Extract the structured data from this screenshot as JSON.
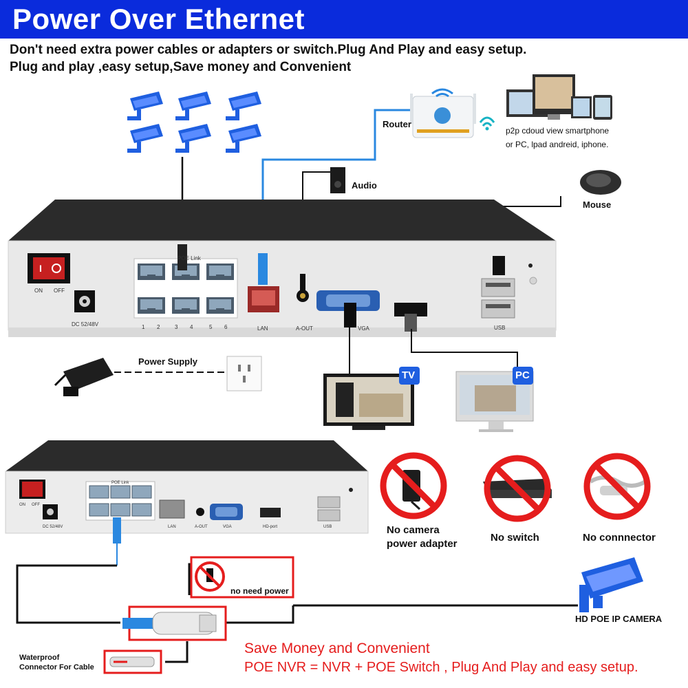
{
  "header": {
    "title": "Power Over Ethernet",
    "tagline_1": "Don't need extra power cables or adapters or switch.Plug And Play and easy setup.",
    "tagline_2": "Plug and play ,easy setup,Save money and Convenient"
  },
  "top_diagram": {
    "router_label": "Router",
    "devices_caption_1": "p2p cdoud view smartphone",
    "devices_caption_2": "or PC, lpad andreid, iphone.",
    "audio_label": "Audio",
    "mouse_label": "Mouse",
    "power_supply_label": "Power Supply",
    "tv_badge": "TV",
    "pc_badge": "PC",
    "nvr_panel": {
      "switch_on": "ON",
      "switch_off": "OFF",
      "dc_label": "DC 52/48V",
      "poe_label": "POE Link",
      "port_numbers": [
        "1",
        "2",
        "3",
        "4",
        "5",
        "6"
      ],
      "lan_label": "LAN",
      "aout_label": "A-OUT",
      "vga_label": "VGA",
      "usb_label": "USB"
    }
  },
  "bottom_diagram": {
    "nvr_panel": {
      "switch_on": "ON",
      "switch_off": "OFF",
      "dc_label": "DC 52/48V",
      "poe_label": "POE Link",
      "lan_label": "LAN",
      "aout_label": "A-OUT",
      "vga_label": "VGA",
      "hdmi_label": "HD-port",
      "usb_label": "USB"
    },
    "no_camera_adapter_1": "No camera",
    "no_camera_adapter_2": "power adapter",
    "no_switch": "No switch",
    "no_connector": "No connnector",
    "no_need_power": "no need power",
    "camera_label": "HD POE IP CAMERA",
    "waterproof_1": "Waterproof",
    "waterproof_2": "Connector For Cable",
    "save_money_line_1": "Save Money and Convenient",
    "save_money_line_2": "POE NVR = NVR + POE Switch , Plug And Play and easy setup."
  },
  "colors": {
    "header_blue": "#0a2bdc",
    "camera_blue": "#1f5fe0",
    "cable_blue": "#2a88e0",
    "warning_red": "#e51d1d",
    "nvr_dark": "#2b2b2b"
  }
}
